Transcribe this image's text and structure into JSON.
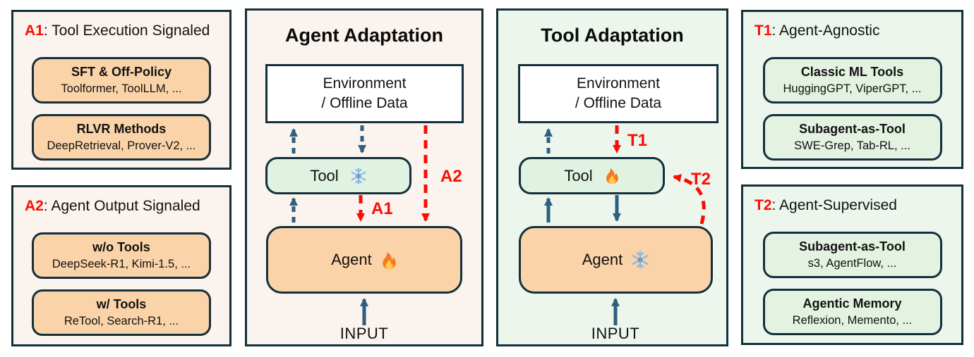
{
  "colors": {
    "border-navy": "#14303C",
    "arrow-teal": "#2E5F7E",
    "red-accent": "#FA0D04",
    "orange-fill": "#FBD3A8",
    "tool-green-fill": "#E0F2E2",
    "chip-green-fill": "#E3F2E1",
    "warm-bg": "#FBF3ED",
    "green-bg": "#ECF6ED",
    "snowflake-blue": "#85BAE8",
    "flame-orange": "#F4791F",
    "flame-yellow": "#FFCB4C"
  },
  "side_panels": {
    "a1": {
      "id_label": "A1",
      "title": ": Tool Execution Signaled",
      "boxes": [
        {
          "name": "SFT & Off-Policy",
          "examples": "Toolformer, ToolLLM, ..."
        },
        {
          "name": "RLVR Methods",
          "examples": "DeepRetrieval, Prover-V2, ..."
        }
      ]
    },
    "a2": {
      "id_label": "A2",
      "title": ": Agent Output Signaled",
      "boxes": [
        {
          "name": "w/o Tools",
          "examples": "DeepSeek-R1, Kimi-1.5, ..."
        },
        {
          "name": "w/ Tools",
          "examples": "ReTool, Search-R1, ..."
        }
      ]
    },
    "t1": {
      "id_label": "T1",
      "title": ": Agent-Agnostic",
      "boxes": [
        {
          "name": "Classic ML Tools",
          "examples": "HuggingGPT, ViperGPT, ..."
        },
        {
          "name": "Subagent-as-Tool",
          "examples": "SWE-Grep, Tab-RL, ..."
        }
      ]
    },
    "t2": {
      "id_label": "T2",
      "title": ": Agent-Supervised",
      "boxes": [
        {
          "name": "Subagent-as-Tool",
          "examples": "s3, AgentFlow, ..."
        },
        {
          "name": "Agentic Memory",
          "examples": "Reflexion, Memento, ..."
        }
      ]
    }
  },
  "diagrams": {
    "agent_adaptation": {
      "title": "Agent Adaptation",
      "environment_line1": "Environment",
      "environment_line2": "/ Offline Data",
      "tool_label": "Tool",
      "tool_state_icon": "snowflake-icon",
      "agent_label": "Agent",
      "agent_state_icon": "fire-icon",
      "input_label": "INPUT",
      "arrow_label_1": "A1",
      "arrow_label_2": "A2"
    },
    "tool_adaptation": {
      "title": "Tool Adaptation",
      "environment_line1": "Environment",
      "environment_line2": "/ Offline Data",
      "tool_label": "Tool",
      "tool_state_icon": "fire-icon",
      "agent_label": "Agent",
      "agent_state_icon": "snowflake-icon",
      "input_label": "INPUT",
      "arrow_label_1": "T1",
      "arrow_label_2": "T2"
    }
  }
}
